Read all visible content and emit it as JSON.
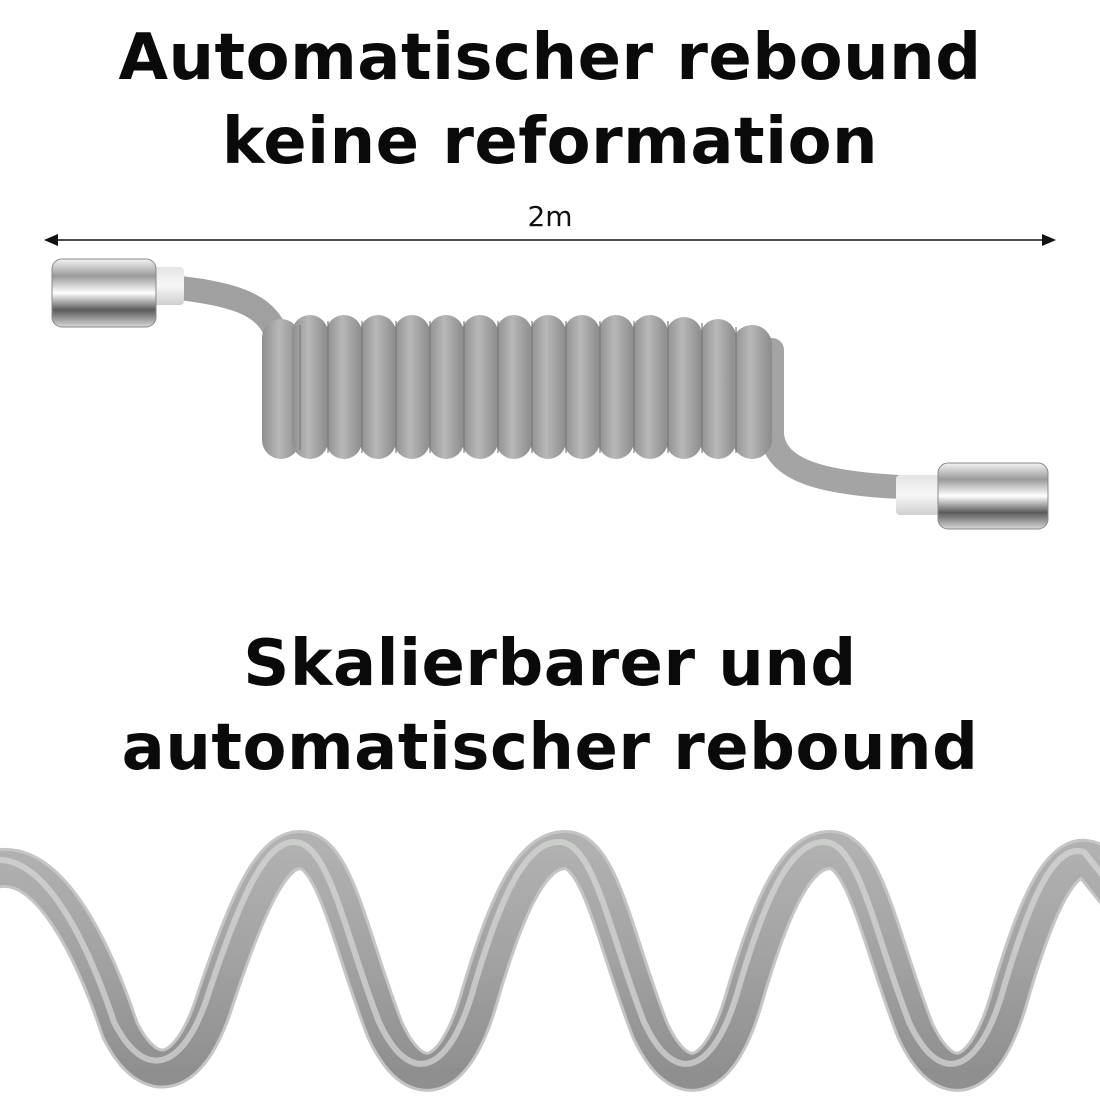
{
  "heading_top": {
    "line1": "Automatischer rebound",
    "line2": "keine reformation"
  },
  "measurement": {
    "label": "2m"
  },
  "heading_bottom": {
    "line1": "Skalierbarer und",
    "line2": "automatischer rebound"
  },
  "colors": {
    "hose_gray": "#a6a7a6",
    "hose_shadow": "#7f807f",
    "hose_highlight": "#c9cac9",
    "chrome_light": "#f2f2f2",
    "chrome_dark": "#4a4a4a",
    "text": "#0a0a0a"
  },
  "icons": {
    "arrow": "double-headed-arrow",
    "product": "coiled-shower-hose"
  }
}
